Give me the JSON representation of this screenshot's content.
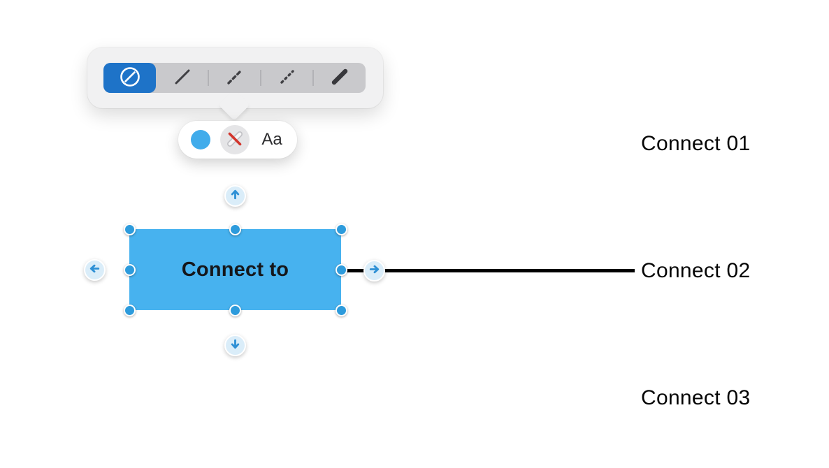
{
  "line_style_popup": {
    "selected_bg": "#1e73c8",
    "options": [
      {
        "name": "no-line",
        "icon": "circle-slash-icon",
        "selected": true
      },
      {
        "name": "thin-line",
        "icon": "diagonal-line-thin-icon",
        "selected": false
      },
      {
        "name": "dashed-line",
        "icon": "diagonal-line-dashed-icon",
        "selected": false
      },
      {
        "name": "dotted-line",
        "icon": "diagonal-line-dotted-icon",
        "selected": false
      },
      {
        "name": "thick-line",
        "icon": "diagonal-line-thick-icon",
        "selected": false
      }
    ]
  },
  "format_pill": {
    "fill_swatch_color": "#41aceb",
    "border_button_icon": "line-crossed-out-icon",
    "text_button_label": "Aa"
  },
  "shape": {
    "label": "Connect to",
    "fill": "#47b2ef",
    "handle_color": "#2d9bdc",
    "connect_arrow_directions": [
      "up",
      "left",
      "right",
      "down"
    ]
  },
  "connector": {
    "color": "#000000",
    "from": "shape-right-edge",
    "to_label": "Connect 02"
  },
  "labels": [
    {
      "text": "Connect 01"
    },
    {
      "text": "Connect 02"
    },
    {
      "text": "Connect 03"
    }
  ]
}
